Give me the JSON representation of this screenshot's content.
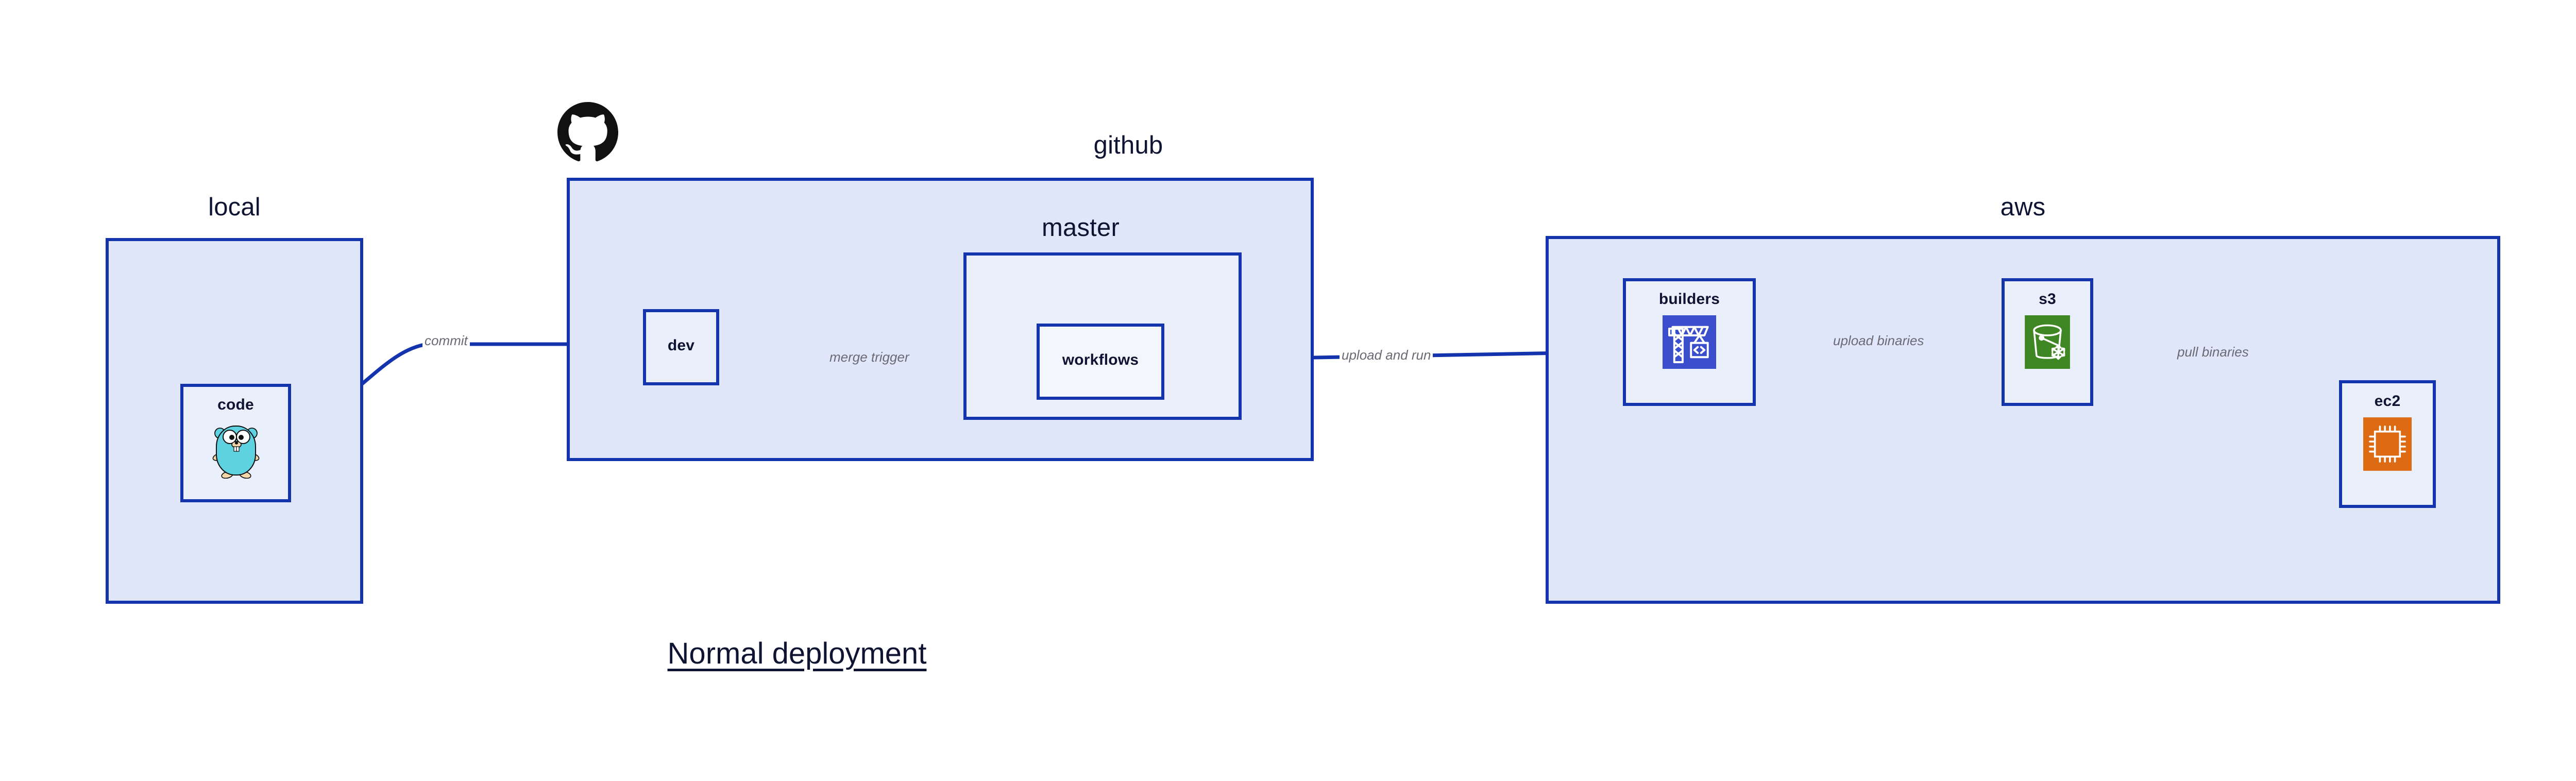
{
  "diagram": {
    "title": "Normal deployment",
    "background_color": "#ffffff",
    "accent_color": "#1434ae",
    "group_fill": "#e1e7fa",
    "node_fill": "#eaeffc",
    "label_color": "#6a6a74"
  },
  "groups": [
    {
      "id": "local",
      "label": "local"
    },
    {
      "id": "github",
      "label": "github"
    },
    {
      "id": "master",
      "label": "master"
    },
    {
      "id": "aws",
      "label": "aws"
    }
  ],
  "nodes": [
    {
      "id": "code",
      "label": "code",
      "icon": "go-gopher-icon"
    },
    {
      "id": "dev",
      "label": "dev",
      "icon": "none"
    },
    {
      "id": "workflows",
      "label": "workflows",
      "icon": "none"
    },
    {
      "id": "builders",
      "label": "builders",
      "icon": "aws-codebuild-crane-icon"
    },
    {
      "id": "s3",
      "label": "s3",
      "icon": "aws-s3-bucket-icon"
    },
    {
      "id": "ec2",
      "label": "ec2",
      "icon": "aws-ec2-chip-icon"
    }
  ],
  "edges": [
    {
      "id": "commit",
      "from": "code",
      "to": "dev",
      "label": "commit"
    },
    {
      "id": "merge-trigger",
      "from": "dev",
      "to": "workflows",
      "label": "merge trigger"
    },
    {
      "id": "upload-and-run",
      "from": "workflows",
      "to": "builders",
      "label": "upload and run"
    },
    {
      "id": "upload-binaries",
      "from": "builders",
      "to": "s3",
      "label": "upload binaries"
    },
    {
      "id": "pull-binaries",
      "from": "s3",
      "to": "ec2",
      "label": "pull binaries"
    }
  ],
  "branding": {
    "github_logo": "github-octocat-icon"
  }
}
